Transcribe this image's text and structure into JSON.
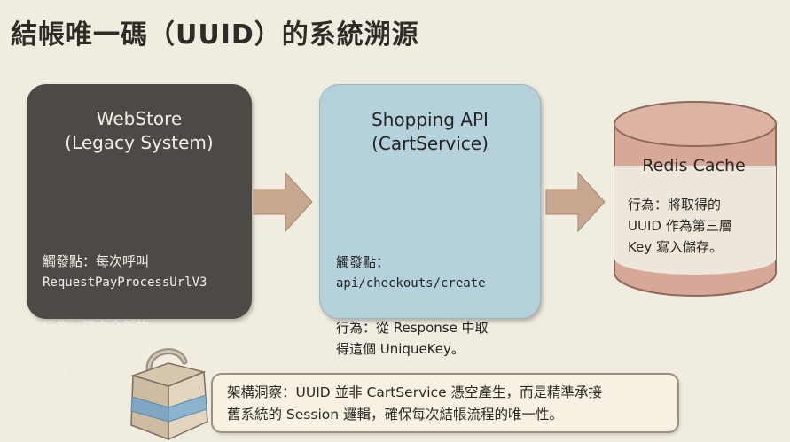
{
  "title": "結帳唯一碼（UUID）的系統溯源",
  "webstore": {
    "name_line1": "WebStore",
    "name_line2": "(Legacy System)",
    "trigger_label": "觸發點：每次呼叫",
    "trigger_value": "RequestPayProcessUrlV3",
    "behavior_line1": "行為：建立全新的",
    "behavior_line2": "Session，產生每次不同的",
    "behavior_line3": "k 值 (UUID)。"
  },
  "shopping_api": {
    "name_line1": "Shopping API",
    "name_line2": "(CartService)",
    "trigger_label": "觸發點：",
    "trigger_value": "api/checkouts/create",
    "behavior_line1": "行為：從 Response 中取",
    "behavior_line2": "得這個 UniqueKey。"
  },
  "redis": {
    "name": "Redis Cache",
    "behavior_line1": "行為：將取得的",
    "behavior_line2": "UUID 作為第三層",
    "behavior_line3": "Key 寫入儲存。"
  },
  "insight": {
    "line1": "架構洞察：UUID 並非 CartService 憑空產生，而是精準承接",
    "line2": "舊系統的 Session 邏輯，確保每次結帳流程的唯一性。"
  },
  "colors": {
    "background": "#f1ece0",
    "webstore_box": "#4d4a45",
    "api_box": "#b5d1dc",
    "arrow": "#c8a791",
    "cylinder": "#d7a898",
    "cylinder_label": "#ede6da"
  },
  "icons": {
    "arrow": "right-arrow-icon",
    "database": "database-cylinder-icon",
    "package": "package-box-icon"
  }
}
